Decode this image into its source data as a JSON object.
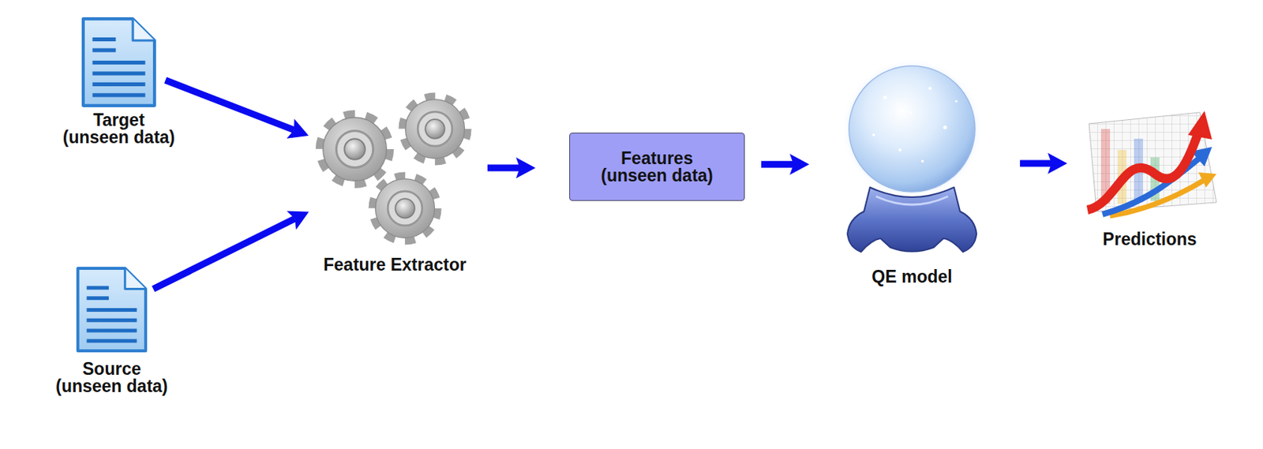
{
  "diagram": {
    "nodes": [
      {
        "text": [
          "Target (unseen data)"
        ]
      },
      {
        "text": [
          "Source (unseen data)"
        ]
      },
      {
        "text": [
          "Feature Extractor"
        ]
      },
      {
        "text": [
          "Features (unseen data)"
        ]
      },
      {
        "text": [
          "QE model"
        ]
      },
      {
        "text": [
          "Predictions"
        ]
      }
    ],
    "edges": [
      {
        "from": 0,
        "to": 2,
        "arrow": "to"
      },
      {
        "from": 1,
        "to": 2,
        "arrow": "to"
      },
      {
        "from": 2,
        "to": 3,
        "arrow": "to"
      },
      {
        "from": 3,
        "to": 4,
        "arrow": "to"
      },
      {
        "from": 4,
        "to": 5,
        "arrow": "to"
      }
    ]
  }
}
